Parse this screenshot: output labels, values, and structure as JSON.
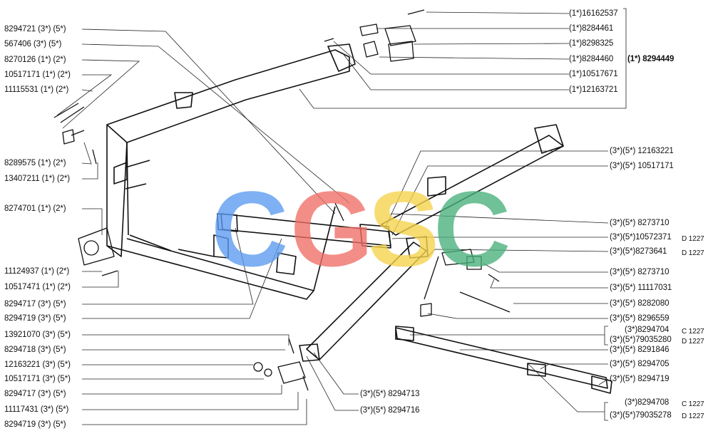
{
  "watermark": {
    "letters": [
      "C",
      "G",
      "S",
      "C"
    ],
    "colors": [
      "#5b9bf0",
      "#ef6f66",
      "#f6d34b",
      "#49b07a"
    ]
  },
  "labels_left": [
    "8294721 (3*) (5*)",
    "567406 (3*) (5*)",
    "8270126 (1*) (2*)",
    "10517171 (1*) (2*)",
    "11115531 (1*) (2*)",
    "8289575 (1*) (2*)",
    "13407211 (1*) (2*)",
    "8274701 (1*) (2*)",
    "11124937 (1*) (2*)",
    "10517471 (1*) (2*)",
    "8294717 (3*) (5*)",
    "8294719 (3*) (5*)",
    "13921070 (3*) (5*)",
    "8294718 (3*) (5*)",
    "12163221 (3*) (5*)",
    "10517171 (3*) (5*)",
    "8294717 (3*) (5*)",
    "11117431 (3*) (5*)",
    "8294719 (3*) (5*)"
  ],
  "labels_right": [
    "(1*)16162537",
    "(1*)8284461",
    "(1*)8298325",
    "(1*)8284460",
    "(1*)10517671",
    "(1*)12163721",
    "(3*)(5*) 12163221",
    "(3*)(5*) 10517171",
    "(3*)(5*) 8273710",
    "(3*)(5*)10572371",
    "(3*)(5*)8273641",
    "(3*)(5*) 8273710",
    "(3*)(5*) 11117031",
    "(3*)(5*) 8282080",
    "(3*)(5*) 8296559",
    "(3*)8294704",
    "(3*)(5*)79035280",
    "(3*)(5*) 8291846",
    "(3*)(5*) 8294705",
    "(3*)(5*) 8294719",
    "(3*)8294708",
    "(3*)(5*)79035278"
  ],
  "group_label": "(1*) 8294449",
  "bottom_labels": [
    "(3*)(5*) 8294713",
    "(3*)(5*)  8294716"
  ],
  "codes": [
    "D 1227",
    "D 1227",
    "C 1227",
    "D 1227",
    "C 1227",
    "D 1227"
  ]
}
